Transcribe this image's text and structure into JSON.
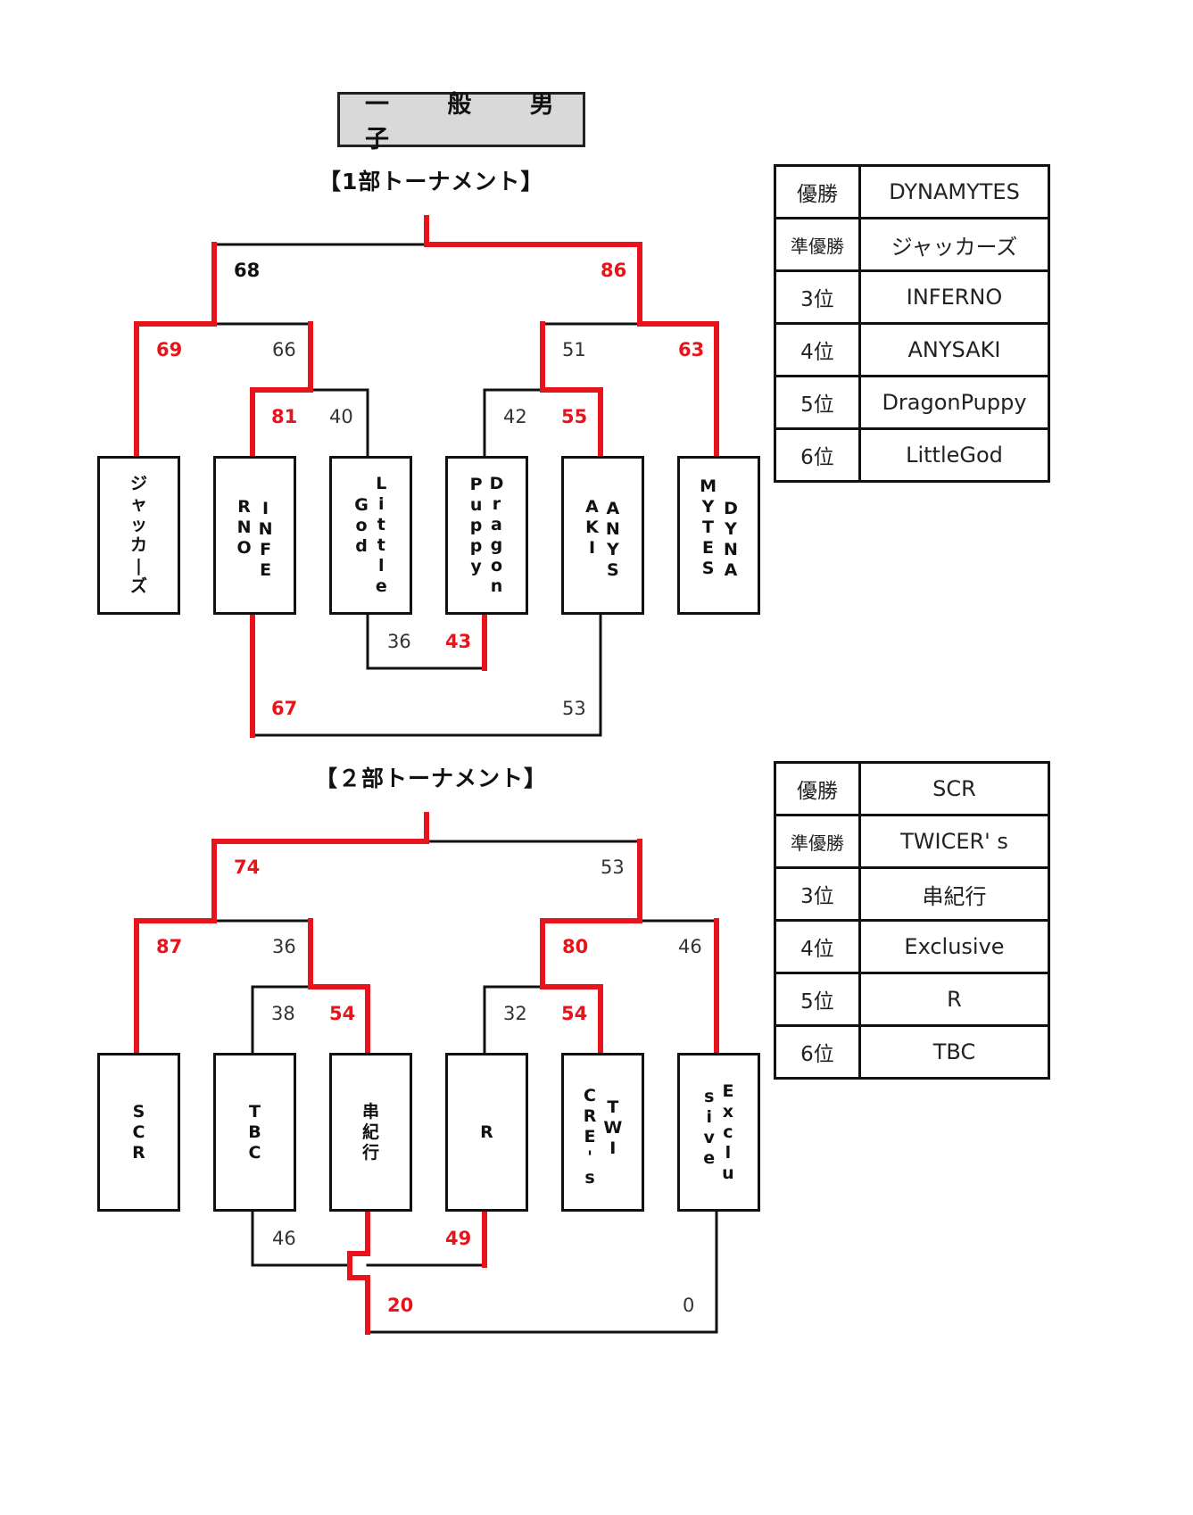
{
  "header": {
    "title": "一 般 男 子"
  },
  "colors": {
    "winner_line": "#e8141b",
    "loser_line": "#111111",
    "title_bg": "#d9d9d9"
  },
  "division1": {
    "title": "【1部トーナメント】",
    "teams": [
      {
        "name": "ジャッカーズ",
        "columns": [
          "ジャッカーズ"
        ]
      },
      {
        "name": "INFERNO",
        "columns": [
          "INFE",
          "RNO"
        ]
      },
      {
        "name": "LittleGod",
        "columns": [
          "Little",
          "God"
        ]
      },
      {
        "name": "DragonPuppy",
        "columns": [
          "Dragon",
          "Puppy"
        ]
      },
      {
        "name": "ANYSAKI",
        "columns": [
          "ANYS",
          "AKI"
        ]
      },
      {
        "name": "DYNAMYTES",
        "columns": [
          "DYNA",
          "MYTES"
        ]
      }
    ],
    "matches": [
      {
        "round": "quarterfinal-left",
        "teams": [
          "INFERNO",
          "LittleGod"
        ],
        "scores": [
          81,
          40
        ],
        "winner": "INFERNO"
      },
      {
        "round": "quarterfinal-right",
        "teams": [
          "DragonPuppy",
          "ANYSAKI"
        ],
        "scores": [
          42,
          55
        ],
        "winner": "ANYSAKI"
      },
      {
        "round": "semifinal-left",
        "teams": [
          "ジャッカーズ",
          "INFERNO"
        ],
        "scores": [
          69,
          66
        ],
        "winner": "ジャッカーズ"
      },
      {
        "round": "semifinal-right",
        "teams": [
          "ANYSAKI",
          "DYNAMYTES"
        ],
        "scores": [
          51,
          63
        ],
        "winner": "DYNAMYTES"
      },
      {
        "round": "final",
        "teams": [
          "ジャッカーズ",
          "DYNAMYTES"
        ],
        "scores": [
          68,
          86
        ],
        "winner": "DYNAMYTES"
      },
      {
        "round": "5th-place",
        "teams": [
          "LittleGod",
          "DragonPuppy"
        ],
        "scores": [
          36,
          43
        ],
        "winner": "DragonPuppy"
      },
      {
        "round": "3rd-place",
        "teams": [
          "INFERNO",
          "ANYSAKI"
        ],
        "scores": [
          67,
          53
        ],
        "winner": "INFERNO"
      }
    ],
    "results": [
      {
        "rank": "優勝",
        "team": "DYNAMYTES"
      },
      {
        "rank": "準優勝",
        "team": "ジャッカーズ"
      },
      {
        "rank": "3位",
        "team": "INFERNO"
      },
      {
        "rank": "4位",
        "team": "ANYSAKI"
      },
      {
        "rank": "5位",
        "team": "DragonPuppy"
      },
      {
        "rank": "6位",
        "team": "LittleGod"
      }
    ]
  },
  "division2": {
    "title": "【２部トーナメント】",
    "teams": [
      {
        "name": "SCR",
        "columns": [
          "SCR"
        ]
      },
      {
        "name": "TBC",
        "columns": [
          "TBC"
        ]
      },
      {
        "name": "串紀行",
        "columns": [
          "串紀行"
        ]
      },
      {
        "name": "R",
        "columns": [
          "R"
        ]
      },
      {
        "name": "TWICER's",
        "columns": [
          "TWI",
          "CRE's"
        ]
      },
      {
        "name": "Exclusive",
        "columns": [
          "Exclu",
          "sive"
        ]
      }
    ],
    "matches": [
      {
        "round": "quarterfinal-left",
        "teams": [
          "TBC",
          "串紀行"
        ],
        "scores": [
          38,
          54
        ],
        "winner": "串紀行"
      },
      {
        "round": "quarterfinal-right",
        "teams": [
          "R",
          "TWICER's"
        ],
        "scores": [
          32,
          54
        ],
        "winner": "TWICER's"
      },
      {
        "round": "semifinal-left",
        "teams": [
          "SCR",
          "串紀行"
        ],
        "scores": [
          87,
          36
        ],
        "winner": "SCR"
      },
      {
        "round": "semifinal-right",
        "teams": [
          "TWICER's",
          "Exclusive"
        ],
        "scores": [
          80,
          46
        ],
        "winner": "TWICER's"
      },
      {
        "round": "final",
        "teams": [
          "SCR",
          "TWICER's"
        ],
        "scores": [
          74,
          53
        ],
        "winner": "SCR"
      },
      {
        "round": "5th-place",
        "teams": [
          "TBC",
          "R"
        ],
        "scores": [
          46,
          49
        ],
        "winner": "R"
      },
      {
        "round": "3rd-place",
        "teams": [
          "串紀行",
          "Exclusive"
        ],
        "scores": [
          20,
          0
        ],
        "winner": "串紀行"
      }
    ],
    "results": [
      {
        "rank": "優勝",
        "team": "SCR"
      },
      {
        "rank": "準優勝",
        "team": "TWICER' s"
      },
      {
        "rank": "3位",
        "team": "串紀行"
      },
      {
        "rank": "4位",
        "team": "Exclusive"
      },
      {
        "rank": "5位",
        "team": "R"
      },
      {
        "rank": "6位",
        "team": "TBC"
      }
    ]
  }
}
